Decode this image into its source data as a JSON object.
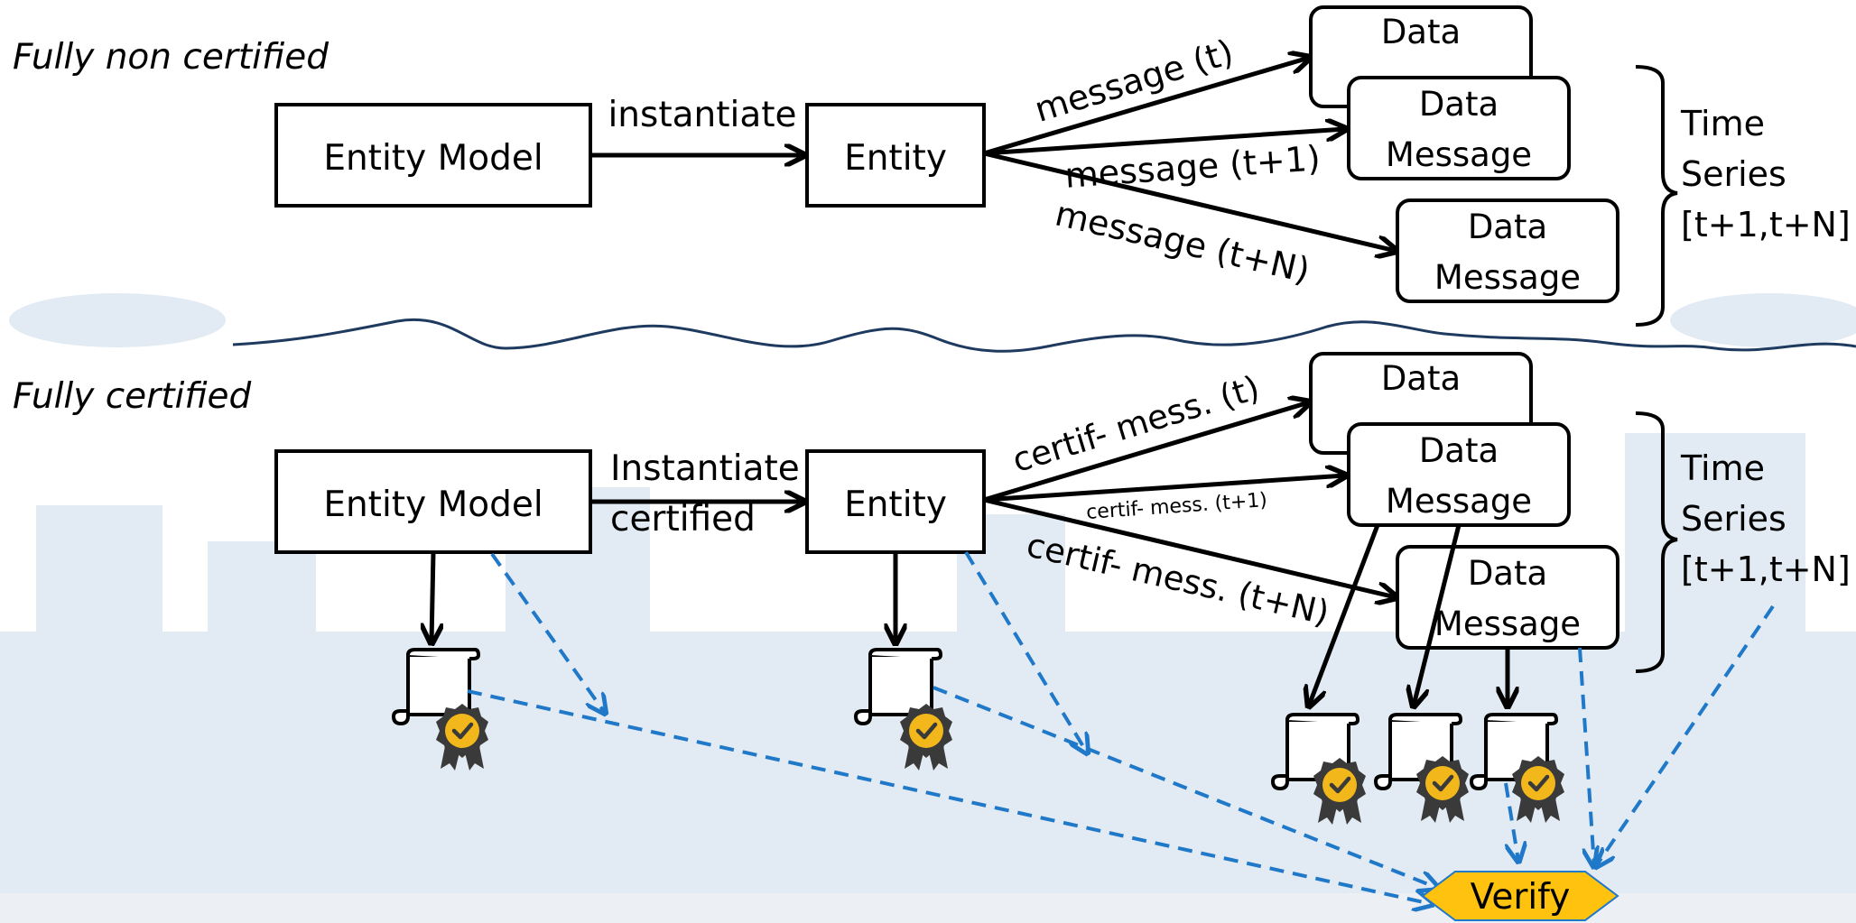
{
  "top": {
    "title": "Fully non certified",
    "entity_model": "Entity Model",
    "edge_label": "instantiate",
    "entity": "Entity",
    "msg_t": "message (t)",
    "msg_t1": "message (t+1)",
    "msg_tn": "message (t+N)",
    "data_word": "Data",
    "message_word": "Message",
    "series_line1": "Time",
    "series_line2": "Series",
    "series_line3": "[t+1,t+N]"
  },
  "bottom": {
    "title": "Fully certified",
    "entity_model": "Entity Model",
    "edge_label_line1": "Instantiate",
    "edge_label_line2": "certified",
    "entity": "Entity",
    "msg_t": "certif- mess. (t)",
    "msg_t1": "certif- mess. (t+1)",
    "msg_tn": "certif- mess. (t+N)",
    "data_word": "Data",
    "message_word": "Message",
    "series_line1": "Time",
    "series_line2": "Series",
    "series_line3": "[t+1,t+N]",
    "verify": "Verify"
  },
  "colors": {
    "ink": "#000000",
    "dash": "#1f78c8",
    "verify_fill": "#ffc20e",
    "badge_fill": "#f2b71a",
    "badge_ribbon": "#3a3a3a",
    "wave": "#1e3a5f",
    "background_art": "#dde8f2"
  },
  "icons": [
    "certificate-scroll-icon",
    "verified-badge-icon",
    "verify-hexagon"
  ]
}
